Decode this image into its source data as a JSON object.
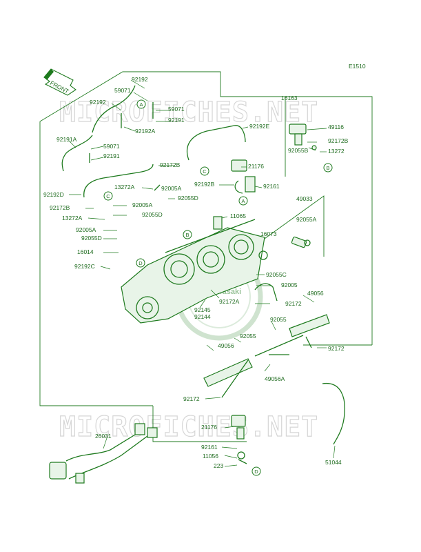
{
  "diagram_code": "E1510",
  "front_label": "FRONT",
  "watermark": "MICROFICHES.NET",
  "brand_stamp": "Kawasaki",
  "labels": [
    {
      "id": "l1",
      "text": "92192"
    },
    {
      "id": "l2",
      "text": "59071"
    },
    {
      "id": "l3",
      "text": "92192"
    },
    {
      "id": "l4",
      "text": "59071"
    },
    {
      "id": "l5",
      "text": "92191"
    },
    {
      "id": "l6",
      "text": "92192A"
    },
    {
      "id": "l7",
      "text": "92191A"
    },
    {
      "id": "l8",
      "text": "59071"
    },
    {
      "id": "l9",
      "text": "92191"
    },
    {
      "id": "l10",
      "text": "16163"
    },
    {
      "id": "l11",
      "text": "92192E"
    },
    {
      "id": "l12",
      "text": "49116"
    },
    {
      "id": "l13",
      "text": "92172B"
    },
    {
      "id": "l14",
      "text": "92055B"
    },
    {
      "id": "l15",
      "text": "13272"
    },
    {
      "id": "l16",
      "text": "92172B"
    },
    {
      "id": "l17",
      "text": "21176"
    },
    {
      "id": "l18",
      "text": "92192D"
    },
    {
      "id": "l19",
      "text": "13272A"
    },
    {
      "id": "l20",
      "text": "92005A"
    },
    {
      "id": "l21",
      "text": "92192B"
    },
    {
      "id": "l22",
      "text": "92161"
    },
    {
      "id": "l23",
      "text": "92055D"
    },
    {
      "id": "l24",
      "text": "92005A"
    },
    {
      "id": "l25",
      "text": "92172B"
    },
    {
      "id": "l26",
      "text": "13272A"
    },
    {
      "id": "l27",
      "text": "92055D"
    },
    {
      "id": "l28",
      "text": "49033"
    },
    {
      "id": "l29",
      "text": "11065"
    },
    {
      "id": "l30",
      "text": "92055A"
    },
    {
      "id": "l31",
      "text": "92005A"
    },
    {
      "id": "l32",
      "text": "92055D"
    },
    {
      "id": "l33",
      "text": "16073"
    },
    {
      "id": "l34",
      "text": "16014"
    },
    {
      "id": "l35",
      "text": "92192C"
    },
    {
      "id": "l36",
      "text": "92055C"
    },
    {
      "id": "l37",
      "text": "92005"
    },
    {
      "id": "l38",
      "text": "92172A"
    },
    {
      "id": "l39",
      "text": "92145"
    },
    {
      "id": "l40",
      "text": "92172"
    },
    {
      "id": "l41",
      "text": "49056"
    },
    {
      "id": "l42",
      "text": "92144"
    },
    {
      "id": "l43",
      "text": "92055"
    },
    {
      "id": "l44",
      "text": "92055"
    },
    {
      "id": "l45",
      "text": "49056"
    },
    {
      "id": "l46",
      "text": "92172"
    },
    {
      "id": "l47",
      "text": "49056A"
    },
    {
      "id": "l48",
      "text": "92172"
    },
    {
      "id": "l49",
      "text": "21176"
    },
    {
      "id": "l50",
      "text": "26031"
    },
    {
      "id": "l51",
      "text": "92161"
    },
    {
      "id": "l52",
      "text": "11056"
    },
    {
      "id": "l53",
      "text": "223"
    },
    {
      "id": "l54",
      "text": "51044"
    }
  ],
  "callouts": [
    {
      "id": "c1",
      "text": "A"
    },
    {
      "id": "c2",
      "text": "C"
    },
    {
      "id": "c3",
      "text": "B"
    },
    {
      "id": "c4",
      "text": "A"
    },
    {
      "id": "c5",
      "text": "C"
    },
    {
      "id": "c6",
      "text": "B"
    },
    {
      "id": "c7",
      "text": "D"
    },
    {
      "id": "c8",
      "text": "D"
    }
  ],
  "colors": {
    "line": "#1e7a1e",
    "text": "#1e6b1e",
    "watermark": "#d6d6d6"
  }
}
